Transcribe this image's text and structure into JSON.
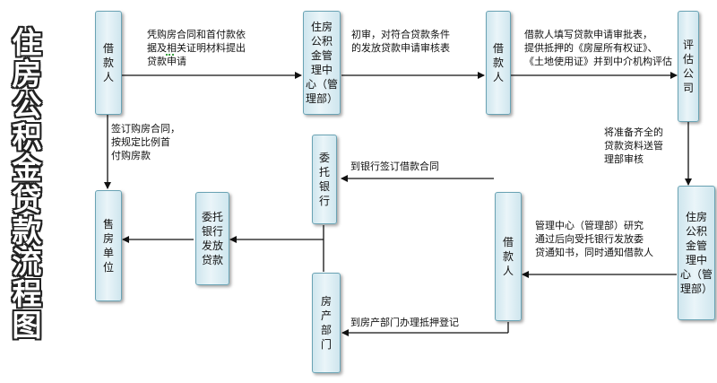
{
  "title_chars": [
    "住",
    "房",
    "公",
    "积",
    "金",
    "贷",
    "款",
    "流",
    "程",
    "图"
  ],
  "boxes": {
    "borrower_1": "借\n款\n人",
    "center_1": "住房\n公积\n金管\n理中\n心（管\n理部）",
    "borrower_2": "借\n款\n人",
    "appraiser": "评\n估\n公\n司",
    "entrusted_bank": "委\n托\n银\n行",
    "seller": "售\n房\n单\n位",
    "bank_loan": "委托\n银行\n发放\n贷款",
    "borrower_3": "借\n款\n人",
    "center_2": "住房\n公积\n金管\n理中\n心（管\n理部）",
    "housing_dept": "房\n产\n部\n门"
  },
  "labels": {
    "submit_docs": "凭购房合同和首付款依\n据及相关证明材料提出\n贷款申请",
    "preliminary_review": "初审，对符合贷款条件\n的发放贷款申请审核表",
    "fill_form": "借款人填写贷款申请审批表，\n提供抵押的《房屋所有权证》、\n《土地使用证》并到中介机构评估",
    "sign_contract": "签订购房合同，\n按规定比例首\n付购房款",
    "send_docs": "将准备齐全的\n贷款资料送管\n理部审核",
    "bank_contract": "到银行签订借款合同",
    "research": "管理中心（管理部）研究\n通过后向受托银行发放委\n贷通知书，同时通知借款人",
    "mortgage": "到房产部门办理抵押登记"
  }
}
